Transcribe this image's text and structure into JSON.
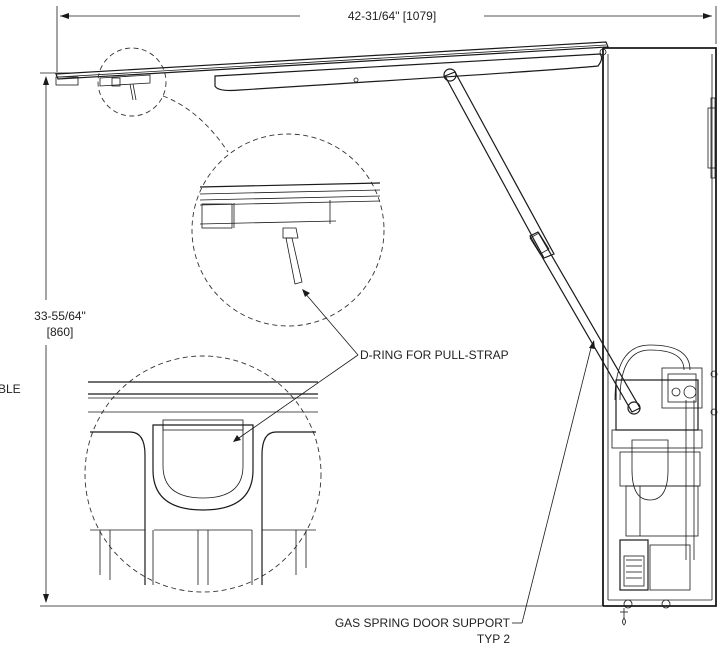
{
  "dimensions": {
    "width_label": "42-31/64\" [1079]",
    "height_label_line1": "33-55/64\"",
    "height_label_line2": "[860]",
    "cut_off_label": "BLE"
  },
  "callouts": {
    "d_ring": "D-RING FOR PULL-STRAP",
    "gas_spring_line1": "GAS SPRING DOOR SUPPORT",
    "gas_spring_line2": "TYP 2"
  }
}
